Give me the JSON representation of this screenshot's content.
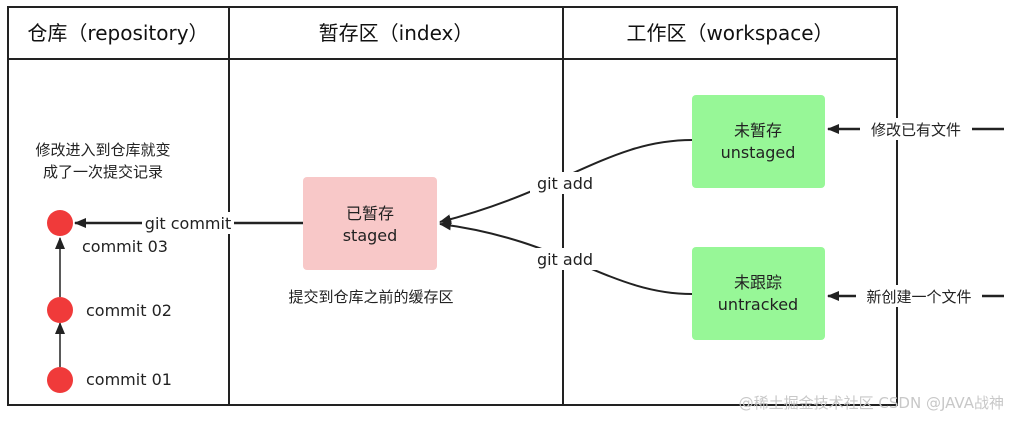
{
  "headers": {
    "repository": "仓库（repository）",
    "index": "暂存区（index）",
    "workspace": "工作区（workspace）"
  },
  "repo_note": [
    "修改进入到仓库就变",
    "成了一次提交记录"
  ],
  "commits": [
    "commit  03",
    "commit  02",
    "commit  01"
  ],
  "staged_box": {
    "line1": "已暂存",
    "line2": "staged"
  },
  "unstaged_box": {
    "line1": "未暂存",
    "line2": "unstaged"
  },
  "untracked_box": {
    "line1": "未跟踪",
    "line2": "untracked"
  },
  "index_note": "提交到仓库之前的缓存区",
  "arrows": {
    "git_commit": "git commit",
    "git_add_1": "git add",
    "git_add_2": "git add",
    "modify_existing": "修改已有文件",
    "create_new": "新创建一个文件"
  },
  "watermark": "@稀土掘金技术社区  CSDN @JAVA战神",
  "colors": {
    "commit_dot": "#f03a3a",
    "staged_fill": "#f8c8c8",
    "green_fill": "#97f797",
    "border": "#222222"
  }
}
